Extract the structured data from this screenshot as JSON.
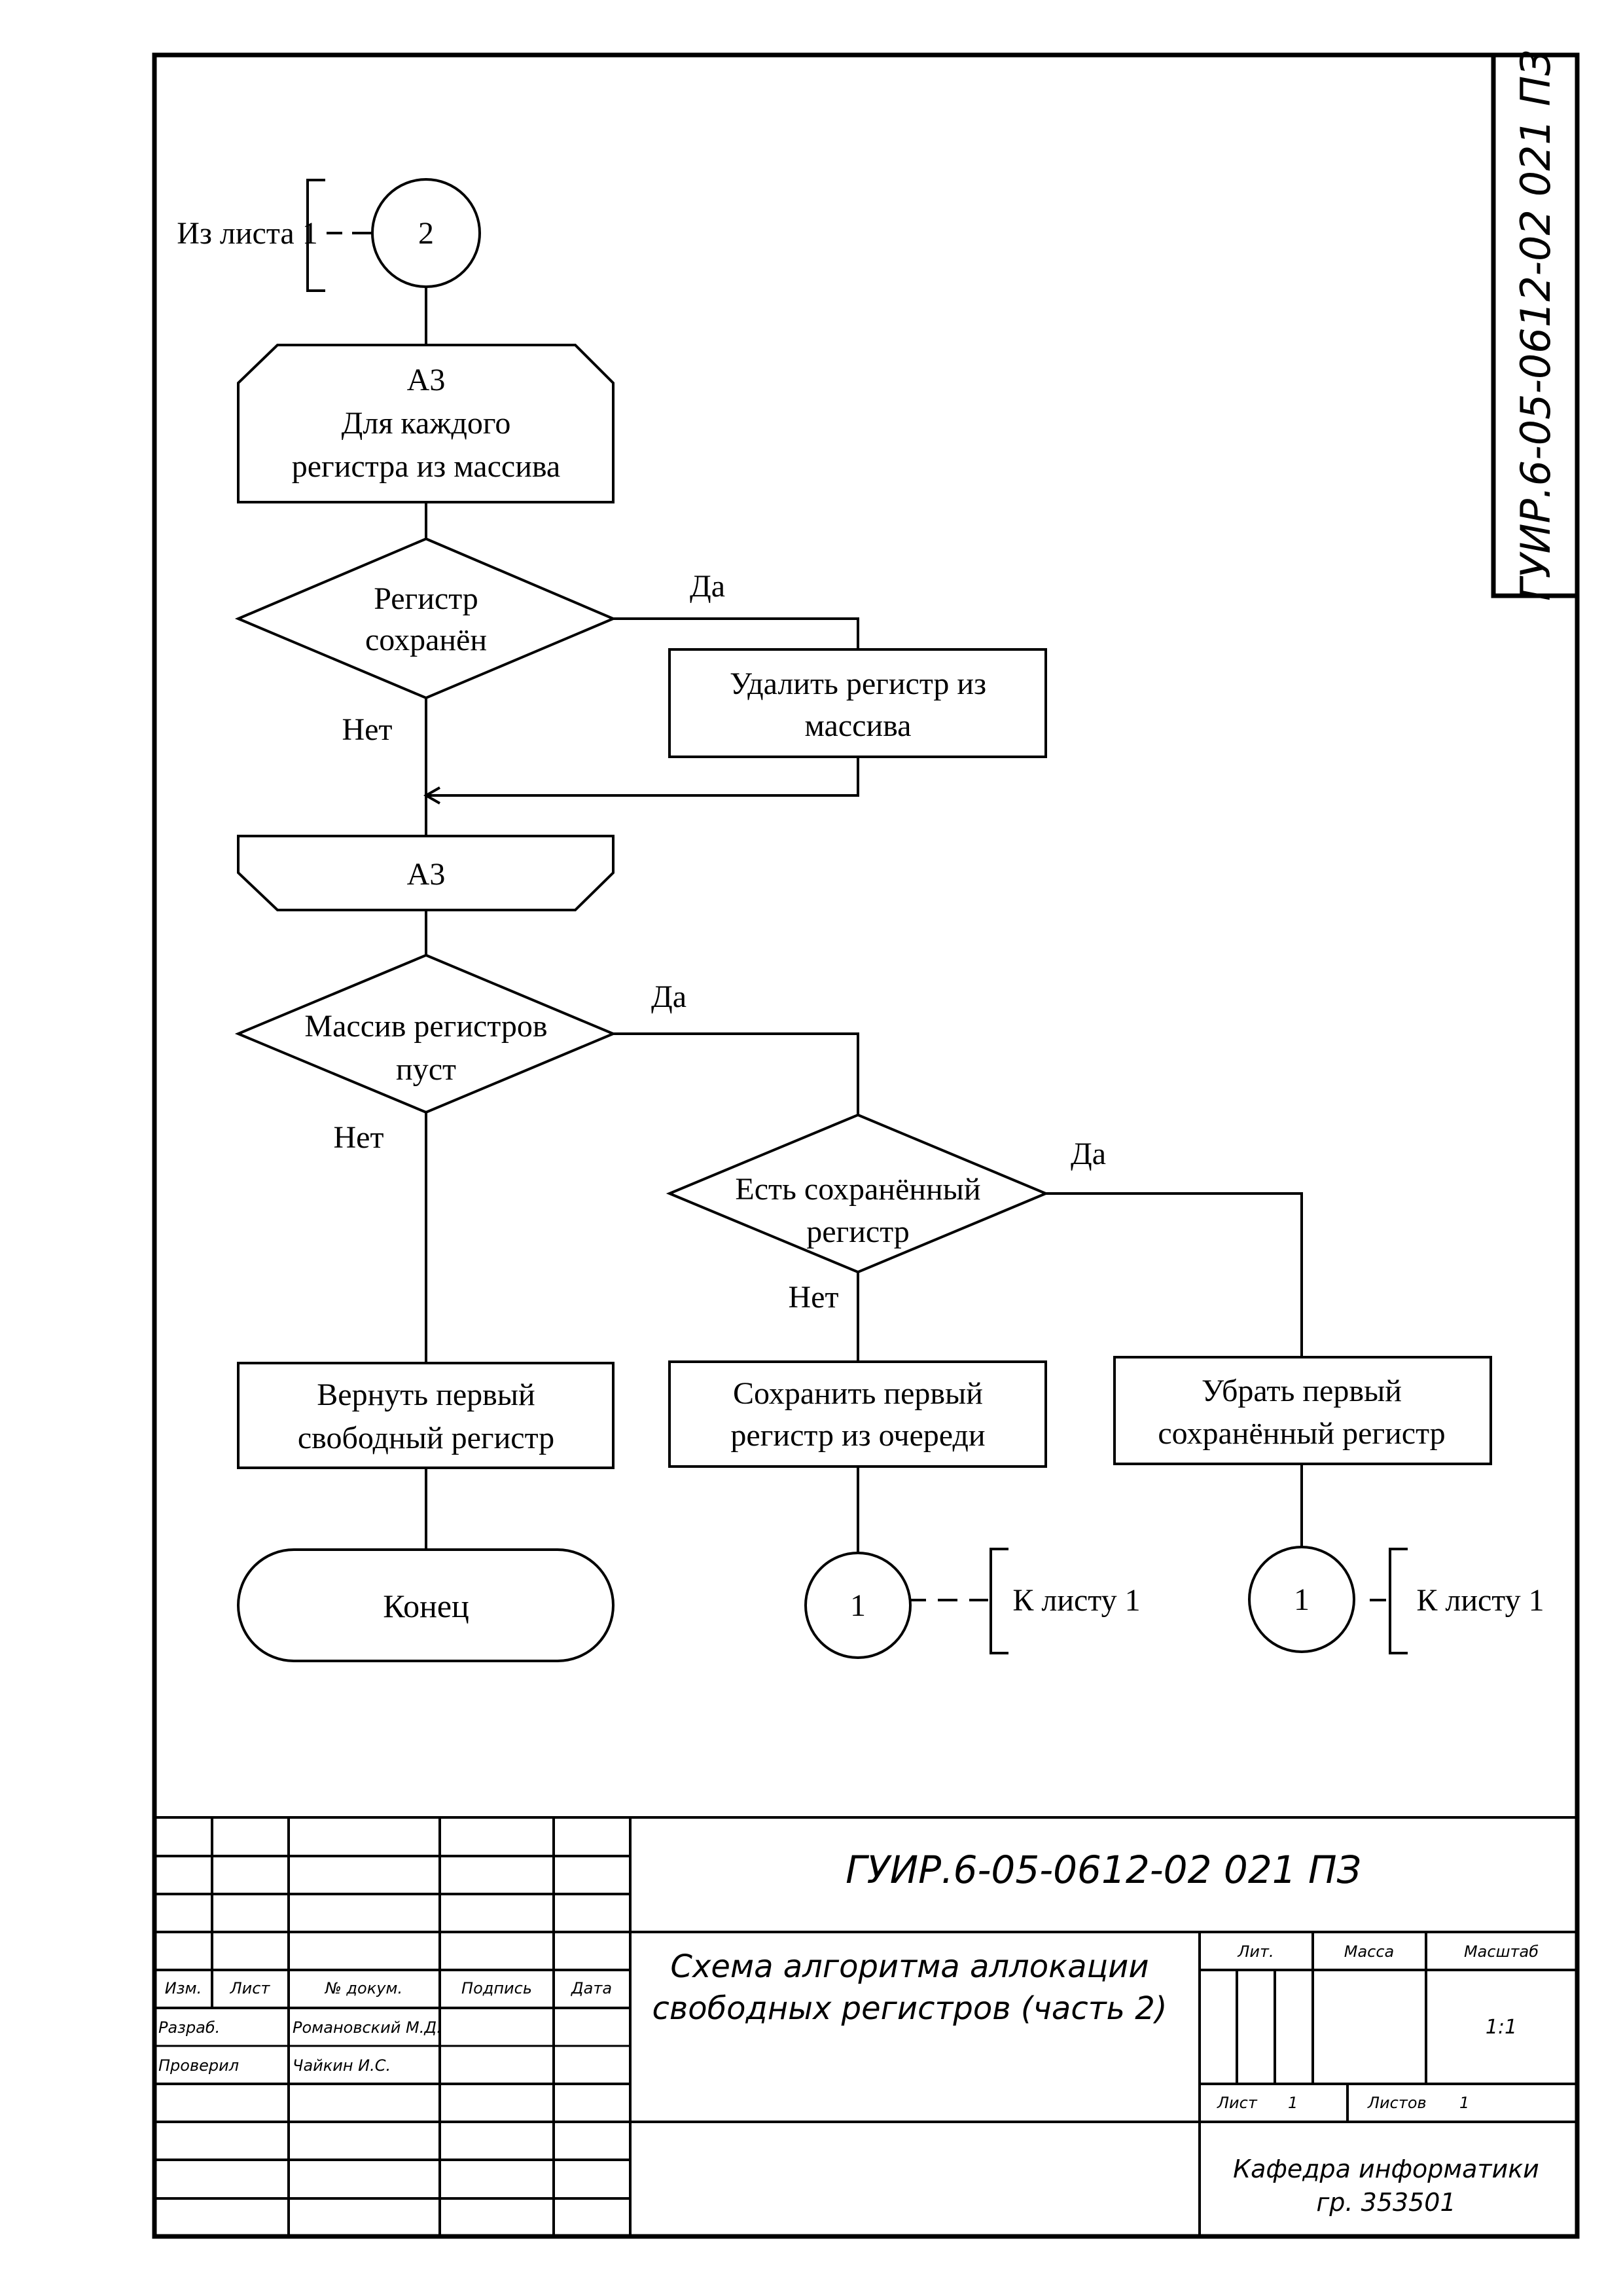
{
  "diagram": {
    "offpage_from": {
      "label": "Из листа 1",
      "number": "2"
    },
    "loop_start": {
      "id": "А3",
      "line1": "Для каждого",
      "line2": "регистра из массива"
    },
    "decision_saved": {
      "line1": "Регистр",
      "line2": "сохранён",
      "yes": "Да",
      "no": "Нет"
    },
    "process_remove": {
      "line1": "Удалить регистр из",
      "line2": "массива"
    },
    "loop_end": {
      "id": "А3"
    },
    "decision_empty": {
      "line1": "Массив регистров",
      "line2": "пуст",
      "yes": "Да",
      "no": "Нет"
    },
    "decision_has_saved": {
      "line1": "Есть сохранённый",
      "line2": "регистр",
      "yes": "Да",
      "no": "Нет"
    },
    "process_return": {
      "line1": "Вернуть первый",
      "line2": "свободный регистр"
    },
    "process_save": {
      "line1": "Сохранить первый",
      "line2": "регистр из очереди"
    },
    "process_unsave": {
      "line1": "Убрать первый",
      "line2": "сохранённый регистр"
    },
    "terminator_end": {
      "label": "Конец"
    },
    "offpage_to_a": {
      "number": "1",
      "label": "К листу 1"
    },
    "offpage_to_b": {
      "number": "1",
      "label": "К листу 1"
    }
  },
  "title_block": {
    "doc_code": "ГУИР.6-05-0612-02 021 ПЗ",
    "title_line1": "Схема алгоритма аллокации",
    "title_line2": "свободных регистров (часть 2)",
    "headers": {
      "izm": "Изм.",
      "list": "Лист",
      "doc_no": "№ докум.",
      "signature": "Подпись",
      "date": "Дата"
    },
    "developed_label": "Разраб.",
    "developed_by": "Романовский М.Д.",
    "checked_label": "Проверил",
    "checked_by": "Чайкин И.С.",
    "lit_label": "Лит.",
    "mass_label": "Масса",
    "scale_label": "Масштаб",
    "scale_value": "1:1",
    "sheet_label": "Лист",
    "sheet_value": "1",
    "sheets_label": "Листов",
    "sheets_value": "1",
    "org_line1": "Кафедра информатики",
    "org_line2": "гр. 353501"
  },
  "side_stamp": {
    "doc_code": "ГУИР.6-05-0612-02 021 ПЗ"
  }
}
